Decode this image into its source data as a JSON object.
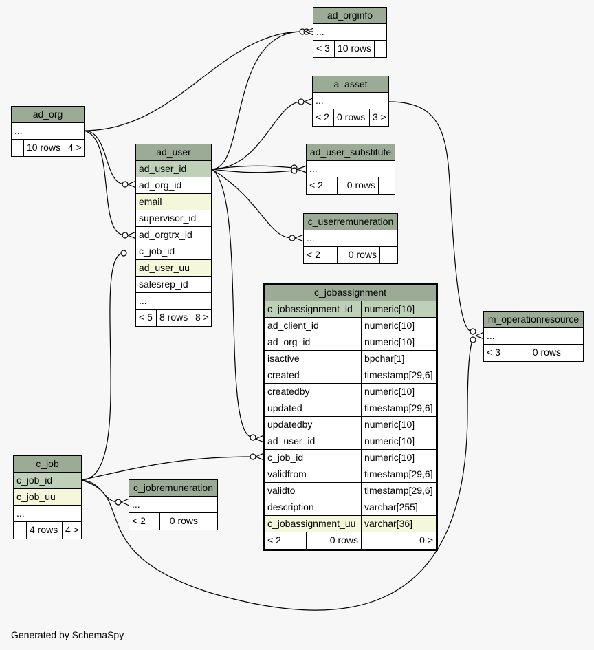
{
  "footer": "Generated by SchemaSpy",
  "colors": {
    "header": "#9bab96",
    "primary_key": "#bed1b8",
    "unique": "#f4f7da"
  },
  "tables": {
    "ad_orginfo": {
      "name": "ad_orginfo",
      "rows": [
        "..."
      ],
      "foot": [
        "< 3",
        "10 rows",
        ""
      ]
    },
    "a_asset": {
      "name": "a_asset",
      "rows": [
        "..."
      ],
      "foot": [
        "< 2",
        "0 rows",
        "3 >"
      ]
    },
    "ad_org": {
      "name": "ad_org",
      "rows": [
        "..."
      ],
      "foot": [
        "",
        "10 rows",
        "4 >"
      ]
    },
    "ad_user_substitute": {
      "name": "ad_user_substitute",
      "rows": [
        "..."
      ],
      "foot": [
        "< 2",
        "0 rows",
        ""
      ]
    },
    "c_userremuneration": {
      "name": "c_userremuneration",
      "rows": [
        "..."
      ],
      "foot": [
        "< 2",
        "0 rows",
        ""
      ]
    },
    "ad_user": {
      "name": "ad_user",
      "rows": [
        "ad_user_id",
        "ad_org_id",
        "email",
        "supervisor_id",
        "ad_orgtrx_id",
        "c_job_id",
        "ad_user_uu",
        "salesrep_id",
        "..."
      ],
      "foot": [
        "< 5",
        "8 rows",
        "8 >"
      ]
    },
    "c_jobassignment": {
      "name": "c_jobassignment",
      "columns": [
        {
          "name": "c_jobassignment_id",
          "type": "numeric[10]"
        },
        {
          "name": "ad_client_id",
          "type": "numeric[10]"
        },
        {
          "name": "ad_org_id",
          "type": "numeric[10]"
        },
        {
          "name": "isactive",
          "type": "bpchar[1]"
        },
        {
          "name": "created",
          "type": "timestamp[29,6]"
        },
        {
          "name": "createdby",
          "type": "numeric[10]"
        },
        {
          "name": "updated",
          "type": "timestamp[29,6]"
        },
        {
          "name": "updatedby",
          "type": "numeric[10]"
        },
        {
          "name": "ad_user_id",
          "type": "numeric[10]"
        },
        {
          "name": "c_job_id",
          "type": "numeric[10]"
        },
        {
          "name": "validfrom",
          "type": "timestamp[29,6]"
        },
        {
          "name": "validto",
          "type": "timestamp[29,6]"
        },
        {
          "name": "description",
          "type": "varchar[255]"
        },
        {
          "name": "c_jobassignment_uu",
          "type": "varchar[36]"
        }
      ],
      "foot": [
        "< 2",
        "0 rows",
        "0 >"
      ]
    },
    "m_operationresource": {
      "name": "m_operationresource",
      "rows": [
        "..."
      ],
      "foot": [
        "< 3",
        "0 rows",
        ""
      ]
    },
    "c_job": {
      "name": "c_job",
      "rows": [
        "c_job_id",
        "c_job_uu",
        "..."
      ],
      "foot": [
        "",
        "4 rows",
        "4 >"
      ]
    },
    "c_jobremuneration": {
      "name": "c_jobremuneration",
      "rows": [
        "..."
      ],
      "foot": [
        "< 2",
        "0 rows",
        ""
      ]
    }
  }
}
